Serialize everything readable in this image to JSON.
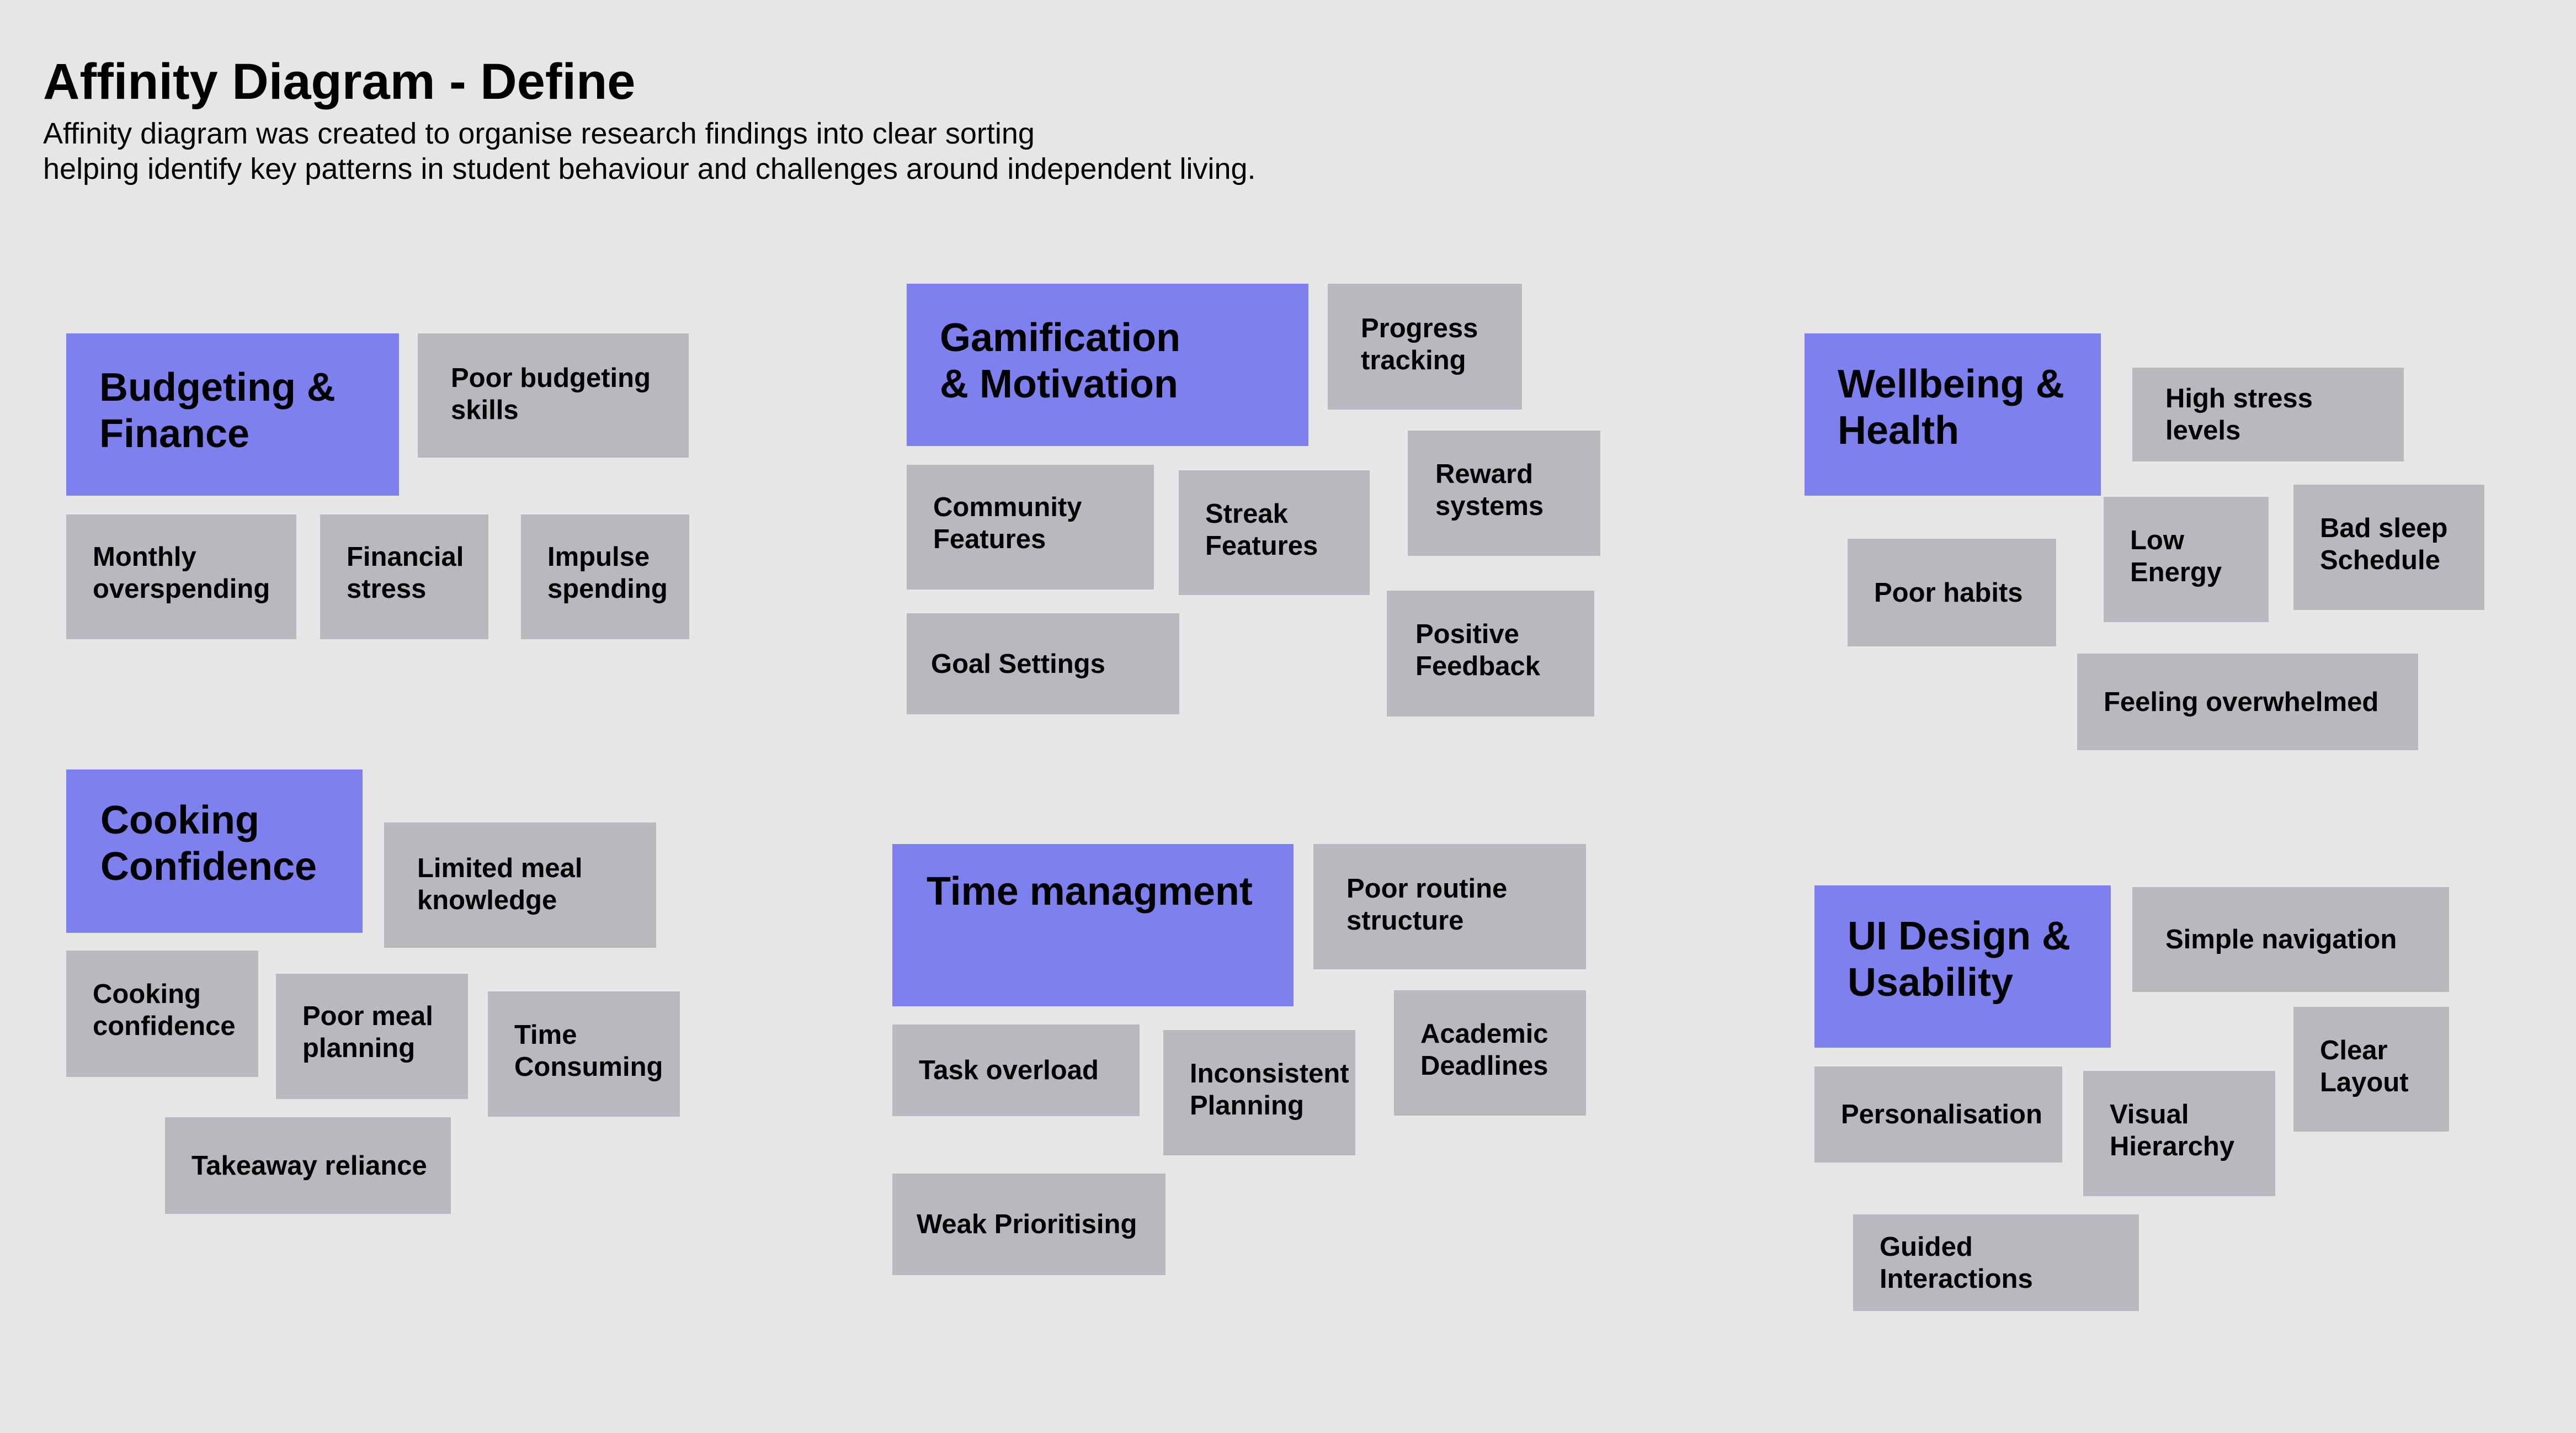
{
  "title": "Affinity Diagram - Define",
  "subtitle": {
    "line1": "Affinity diagram was created to organise research findings into clear sorting",
    "line2": "helping identify key patterns in student behaviour and challenges around independent living."
  },
  "colors": {
    "background": "#e6e6e6",
    "header": "#7e80ee",
    "note": "#b8b8be"
  },
  "groups": {
    "budgeting": {
      "header": "Budgeting &\nFinance",
      "notes": [
        "Poor budgeting\nskills",
        "Monthly\noverspending",
        "Financial\nstress",
        "Impulse\nspending"
      ]
    },
    "gamification": {
      "header": "Gamification\n& Motivation",
      "notes": [
        "Progress\ntracking",
        "Reward\nsystems",
        "Community\nFeatures",
        "Streak\nFeatures",
        "Goal Settings",
        "Positive\nFeedback"
      ]
    },
    "wellbeing": {
      "header": "Wellbeing &\nHealth",
      "notes": [
        "High stress levels",
        "Poor habits",
        "Low\nEnergy",
        "Bad sleep\nSchedule",
        "Feeling overwhelmed"
      ]
    },
    "cooking": {
      "header": "Cooking\nConfidence",
      "notes": [
        "Limited meal\nknowledge",
        "Cooking\nconfidence",
        "Poor meal\nplanning",
        "Time\nConsuming",
        "Takeaway reliance"
      ]
    },
    "time": {
      "header": "Time managment",
      "notes": [
        "Poor routine\nstructure",
        "Task overload",
        "Inconsistent\nPlanning",
        "Academic\nDeadlines",
        "Weak Prioritising"
      ]
    },
    "ui": {
      "header": "UI Design &\nUsability",
      "notes": [
        "Simple navigation",
        "Clear\nLayout",
        "Personalisation",
        "Visual\nHierarchy",
        "Guided Interactions"
      ]
    }
  }
}
